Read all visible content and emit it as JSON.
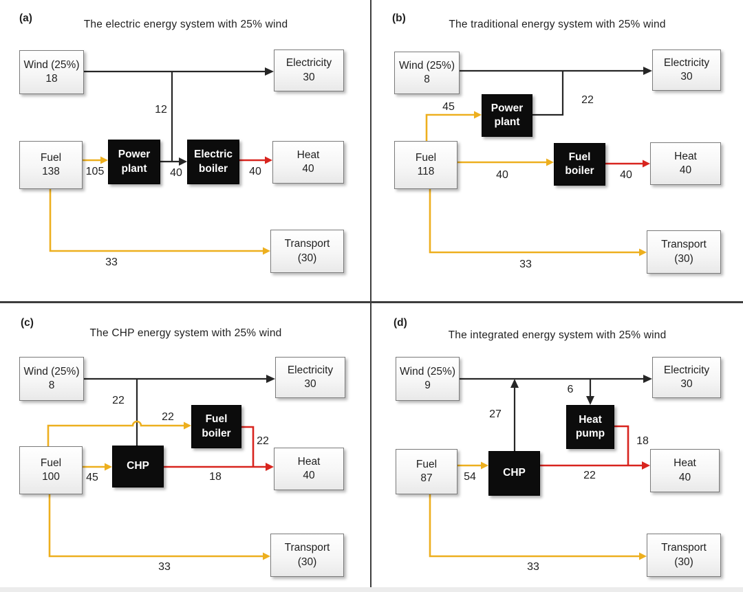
{
  "colors": {
    "fuel_flow": "#EDAF1E",
    "heat_flow": "#D8241E",
    "electricity_flow": "#262626",
    "process_box_fill": "#0C0C0C",
    "node_border": "#7A7A7A"
  },
  "panels": {
    "a": {
      "tag": "(a)",
      "title": "The electric energy system with 25% wind",
      "nodes": {
        "wind": {
          "line1": "Wind (25%)",
          "line2": "18"
        },
        "electricity": {
          "line1": "Electricity",
          "line2": "30"
        },
        "fuel": {
          "line1": "Fuel",
          "line2": "138"
        },
        "power_plant": {
          "line1": "Power",
          "line2": "plant"
        },
        "electric_boiler": {
          "line1": "Electric",
          "line2": "boiler"
        },
        "heat": {
          "line1": "Heat",
          "line2": "40"
        },
        "transport": {
          "line1": "Transport",
          "line2": "(30)"
        }
      },
      "flows": {
        "electricity_to_boiler": "12",
        "fuel_to_power_plant": "105",
        "power_plant_to_boiler": "40",
        "boiler_to_heat": "40",
        "fuel_to_transport": "33"
      }
    },
    "b": {
      "tag": "(b)",
      "title": "The traditional energy system with 25% wind",
      "nodes": {
        "wind": {
          "line1": "Wind (25%)",
          "line2": "8"
        },
        "electricity": {
          "line1": "Electricity",
          "line2": "30"
        },
        "power_plant": {
          "line1": "Power",
          "line2": "plant"
        },
        "fuel": {
          "line1": "Fuel",
          "line2": "118"
        },
        "fuel_boiler": {
          "line1": "Fuel",
          "line2": "boiler"
        },
        "heat": {
          "line1": "Heat",
          "line2": "40"
        },
        "transport": {
          "line1": "Transport",
          "line2": "(30)"
        }
      },
      "flows": {
        "fuel_to_power_plant": "45",
        "power_plant_to_electricity": "22",
        "fuel_to_boiler": "40",
        "boiler_to_heat": "40",
        "fuel_to_transport": "33"
      }
    },
    "c": {
      "tag": "(c)",
      "title": "The CHP energy system with 25% wind",
      "nodes": {
        "wind": {
          "line1": "Wind (25%)",
          "line2": "8"
        },
        "electricity": {
          "line1": "Electricity",
          "line2": "30"
        },
        "fuel_boiler": {
          "line1": "Fuel",
          "line2": "boiler"
        },
        "fuel": {
          "line1": "Fuel",
          "line2": "100"
        },
        "chp": {
          "line1": "CHP"
        },
        "heat": {
          "line1": "Heat",
          "line2": "40"
        },
        "transport": {
          "line1": "Transport",
          "line2": "(30)"
        }
      },
      "flows": {
        "chp_to_electricity": "22",
        "fuel_to_boiler": "22",
        "boiler_to_heat": "22",
        "fuel_to_chp": "45",
        "chp_to_heat": "18",
        "fuel_to_transport": "33"
      }
    },
    "d": {
      "tag": "(d)",
      "title": "The integrated energy system with 25% wind",
      "nodes": {
        "wind": {
          "line1": "Wind (25%)",
          "line2": "9"
        },
        "electricity": {
          "line1": "Electricity",
          "line2": "30"
        },
        "heat_pump": {
          "line1": "Heat",
          "line2": "pump"
        },
        "fuel": {
          "line1": "Fuel",
          "line2": "87"
        },
        "chp": {
          "line1": "CHP"
        },
        "heat": {
          "line1": "Heat",
          "line2": "40"
        },
        "transport": {
          "line1": "Transport",
          "line2": "(30)"
        }
      },
      "flows": {
        "chp_to_electricity": "27",
        "electricity_to_heat_pump": "6",
        "heat_pump_to_heat": "18",
        "fuel_to_chp": "54",
        "chp_to_heat": "22",
        "fuel_to_transport": "33"
      }
    }
  }
}
